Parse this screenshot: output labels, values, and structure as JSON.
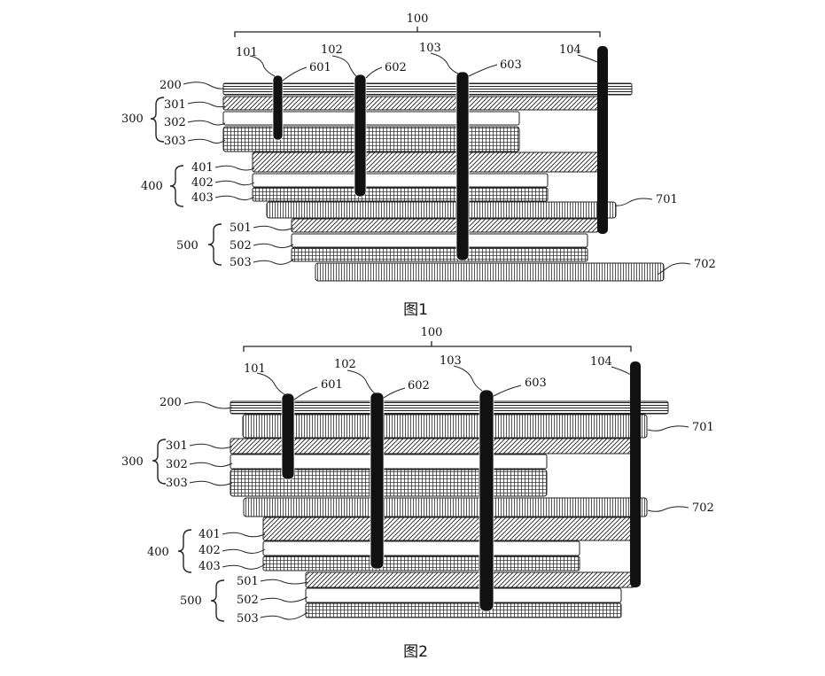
{
  "figure1": {
    "caption": "图1",
    "labels": {
      "l100": "100",
      "l101": "101",
      "l102": "102",
      "l103": "103",
      "l104": "104",
      "l200": "200",
      "l300": "300",
      "l301": "301",
      "l302": "302",
      "l303": "303",
      "l400": "400",
      "l401": "401",
      "l402": "402",
      "l403": "403",
      "l500": "500",
      "l501": "501",
      "l502": "502",
      "l503": "503",
      "l601": "601",
      "l602": "602",
      "l603": "603",
      "l701": "701",
      "l702": "702"
    }
  },
  "figure2": {
    "caption": "图2",
    "labels": {
      "l100": "100",
      "l101": "101",
      "l102": "102",
      "l103": "103",
      "l104": "104",
      "l200": "200",
      "l300": "300",
      "l301": "301",
      "l302": "302",
      "l303": "303",
      "l400": "400",
      "l401": "401",
      "l402": "402",
      "l403": "403",
      "l500": "500",
      "l501": "501",
      "l502": "502",
      "l503": "503",
      "l601": "601",
      "l602": "602",
      "l603": "603",
      "l701": "701",
      "l702": "702"
    }
  }
}
